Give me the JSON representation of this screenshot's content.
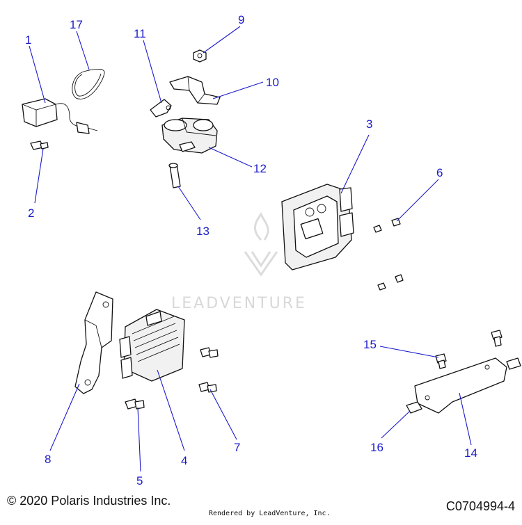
{
  "callouts": [
    "1",
    "2",
    "3",
    "4",
    "5",
    "6",
    "7",
    "8",
    "9",
    "10",
    "11",
    "12",
    "13",
    "14",
    "15",
    "16",
    "17"
  ],
  "watermark": "LEADVENTURE",
  "footer": {
    "copyright": "© 2020 Polaris Industries Inc.",
    "rendered_by": "Rendered by LeadVenture, Inc.",
    "diagram_code": "C0704994-4"
  },
  "colors": {
    "callout": "#1a1acc",
    "line": "#111111",
    "watermark": "#d8d8d8"
  }
}
